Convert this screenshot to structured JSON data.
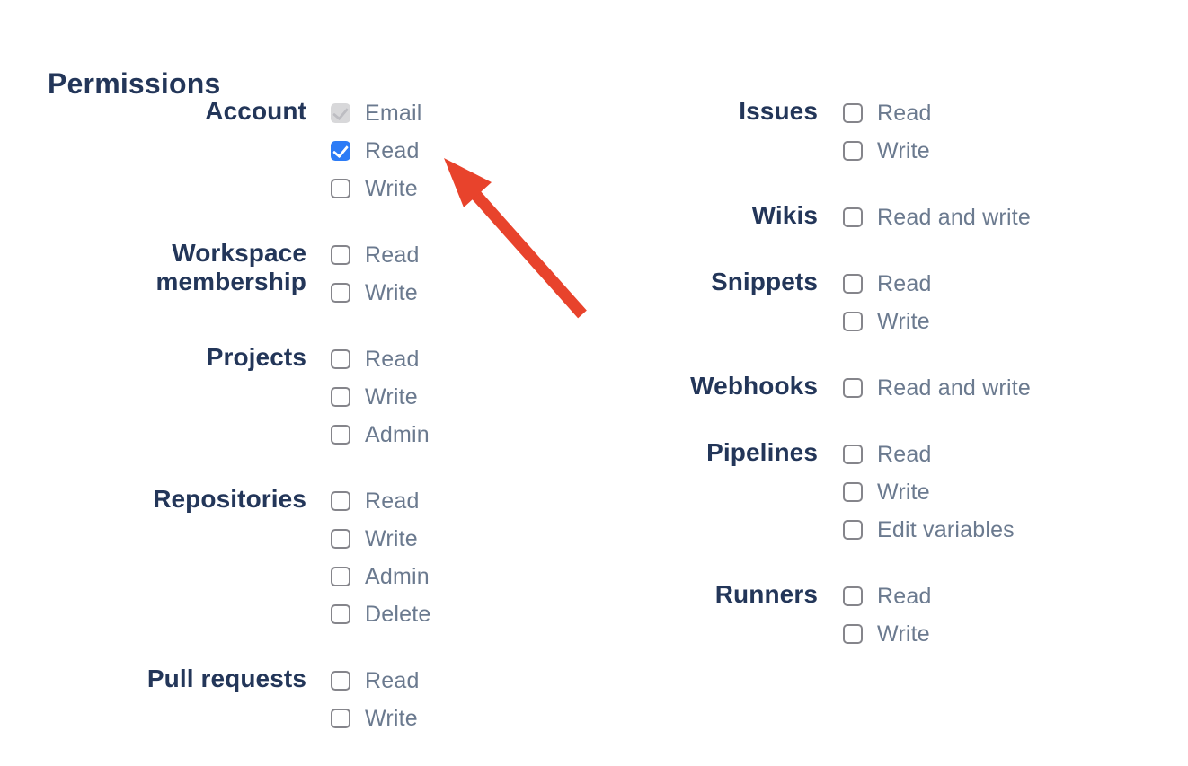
{
  "heading": "Permissions",
  "colors": {
    "heading_text": "#233659",
    "group_label_text": "#233659",
    "option_label_text": "#6b7a8f",
    "checkbox_checked_bg": "#2d7cf6",
    "checkbox_disabled_bg": "#d8d8da",
    "checkbox_unchecked_border": "#85858b",
    "background": "#ffffff"
  },
  "columns": [
    {
      "groups": [
        {
          "label": "Account",
          "options": [
            {
              "label": "Email",
              "state": "disabled-checked"
            },
            {
              "label": "Read",
              "state": "checked"
            },
            {
              "label": "Write",
              "state": "unchecked"
            }
          ]
        },
        {
          "label": "Workspace\nmembership",
          "options": [
            {
              "label": "Read",
              "state": "unchecked"
            },
            {
              "label": "Write",
              "state": "unchecked"
            }
          ]
        },
        {
          "label": "Projects",
          "options": [
            {
              "label": "Read",
              "state": "unchecked"
            },
            {
              "label": "Write",
              "state": "unchecked"
            },
            {
              "label": "Admin",
              "state": "unchecked"
            }
          ]
        },
        {
          "label": "Repositories",
          "options": [
            {
              "label": "Read",
              "state": "unchecked"
            },
            {
              "label": "Write",
              "state": "unchecked"
            },
            {
              "label": "Admin",
              "state": "unchecked"
            },
            {
              "label": "Delete",
              "state": "unchecked"
            }
          ]
        },
        {
          "label": "Pull requests",
          "options": [
            {
              "label": "Read",
              "state": "unchecked"
            },
            {
              "label": "Write",
              "state": "unchecked"
            }
          ]
        }
      ]
    },
    {
      "groups": [
        {
          "label": "Issues",
          "options": [
            {
              "label": "Read",
              "state": "unchecked"
            },
            {
              "label": "Write",
              "state": "unchecked"
            }
          ]
        },
        {
          "label": "Wikis",
          "options": [
            {
              "label": "Read and write",
              "state": "unchecked"
            }
          ]
        },
        {
          "label": "Snippets",
          "options": [
            {
              "label": "Read",
              "state": "unchecked"
            },
            {
              "label": "Write",
              "state": "unchecked"
            }
          ]
        },
        {
          "label": "Webhooks",
          "options": [
            {
              "label": "Read and write",
              "state": "unchecked"
            }
          ]
        },
        {
          "label": "Pipelines",
          "options": [
            {
              "label": "Read",
              "state": "unchecked"
            },
            {
              "label": "Write",
              "state": "unchecked"
            },
            {
              "label": "Edit variables",
              "state": "unchecked"
            }
          ]
        },
        {
          "label": "Runners",
          "options": [
            {
              "label": "Read",
              "state": "unchecked"
            },
            {
              "label": "Write",
              "state": "unchecked"
            }
          ]
        }
      ]
    }
  ],
  "annotation_arrow": {
    "color": "#e8432c",
    "points_at": "account-read-checkbox"
  }
}
